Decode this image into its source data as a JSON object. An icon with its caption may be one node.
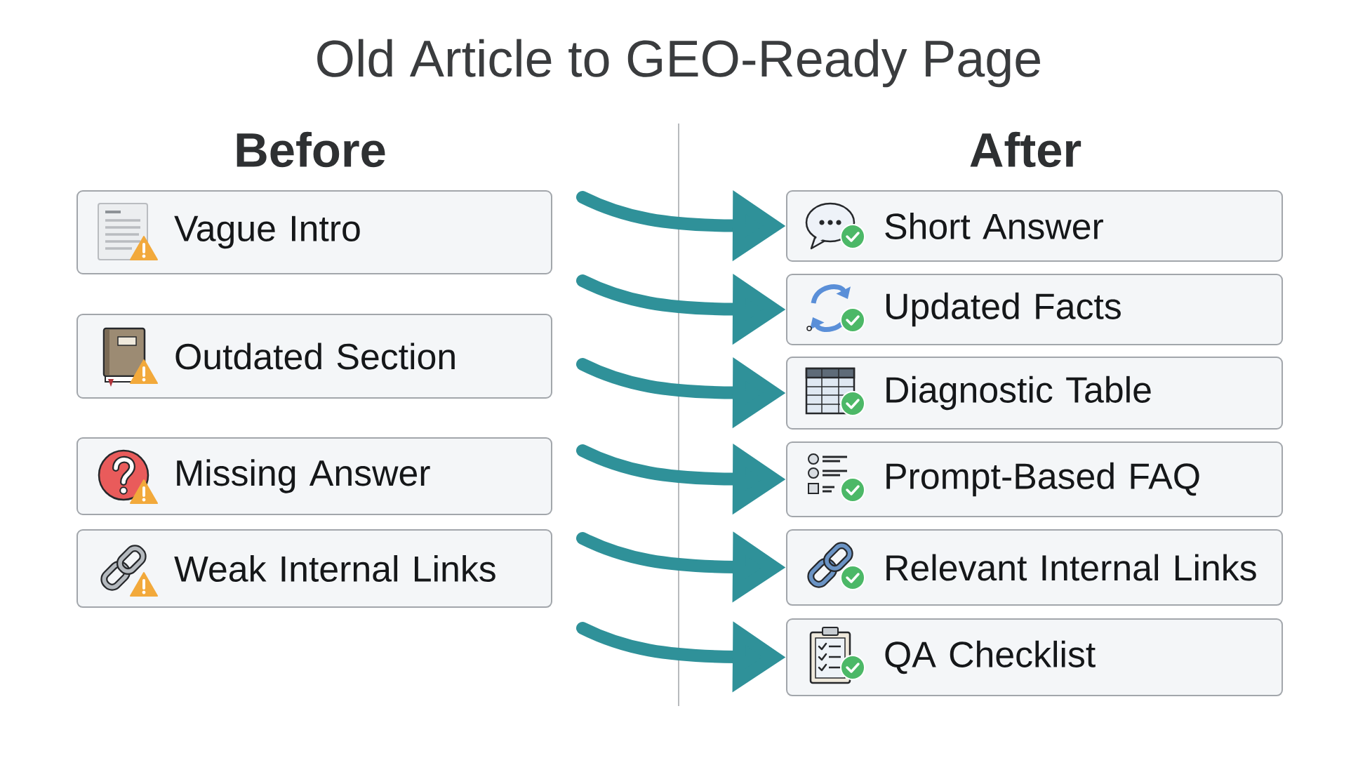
{
  "diagram": {
    "title": "Old Article to GEO-Ready Page",
    "nodes": [
      {
        "text": [
          "Vague Intro"
        ]
      },
      {
        "text": [
          "Outdated Section"
        ]
      },
      {
        "text": [
          "Missing Answer"
        ]
      },
      {
        "text": [
          "Weak Internal Links"
        ]
      },
      {
        "text": [
          "Short Answer"
        ]
      },
      {
        "text": [
          "Updated Facts"
        ]
      },
      {
        "text": [
          "Diagnostic Table"
        ]
      },
      {
        "text": [
          "Prompt-Based FAQ"
        ]
      },
      {
        "text": [
          "Relevant Internal Links"
        ]
      },
      {
        "text": [
          "QA Checklist"
        ]
      }
    ],
    "edges": [
      {
        "from": null,
        "to": 4,
        "arrow": "to"
      },
      {
        "from": null,
        "to": 5,
        "arrow": "to"
      },
      {
        "from": null,
        "to": 6,
        "arrow": "to"
      },
      {
        "from": null,
        "to": 7,
        "arrow": "to"
      },
      {
        "from": null,
        "to": 8,
        "arrow": "to"
      },
      {
        "from": null,
        "to": 9,
        "arrow": "to"
      }
    ],
    "labels": [
      "Before",
      "After"
    ]
  }
}
